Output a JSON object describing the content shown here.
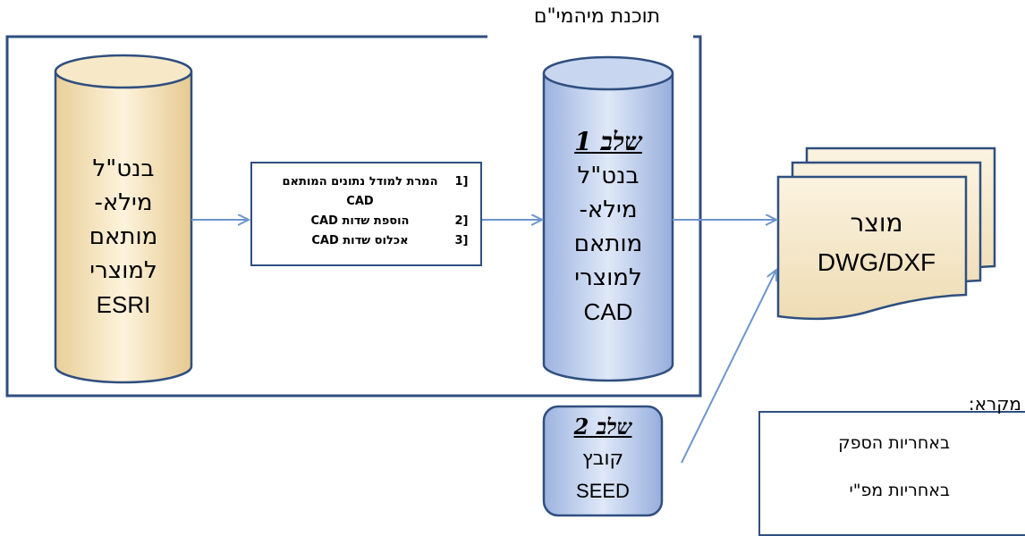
{
  "frame_title": "תוכנת מיהמי\"ם",
  "left_cylinder": {
    "lines": [
      "בנט\"ל",
      "מילא-",
      "מותאם",
      "למוצרי",
      "ESRI"
    ]
  },
  "process_box": {
    "items": [
      {
        "num": "1]",
        "text": "המרת למודל נתונים המותאם CAD"
      },
      {
        "num": "2]",
        "text": "הוספת שדות CAD"
      },
      {
        "num": "3]",
        "text": "אכלוס שדות CAD"
      }
    ]
  },
  "right_cylinder": {
    "step": "שלב 1",
    "lines": [
      "בנט\"ל",
      "מילא-",
      "מותאם",
      "למוצרי",
      "CAD"
    ]
  },
  "product": {
    "line1": "מוצר",
    "line2": "DWG/DXF"
  },
  "seed": {
    "step": "שלב 2",
    "line1": "קובץ",
    "line2": "SEED"
  },
  "legend": {
    "title": "מקרא:",
    "items": [
      {
        "label": "באחריות הספק",
        "color": "#a9bde4"
      },
      {
        "label": "באחריות מפ\"י",
        "color": "#f1dfb6"
      }
    ]
  },
  "colors": {
    "frame": "#2f4f7f",
    "arrow": "#6e95cc",
    "blue_fill": "#a9bde4",
    "beige_fill": "#f1dfb6"
  }
}
